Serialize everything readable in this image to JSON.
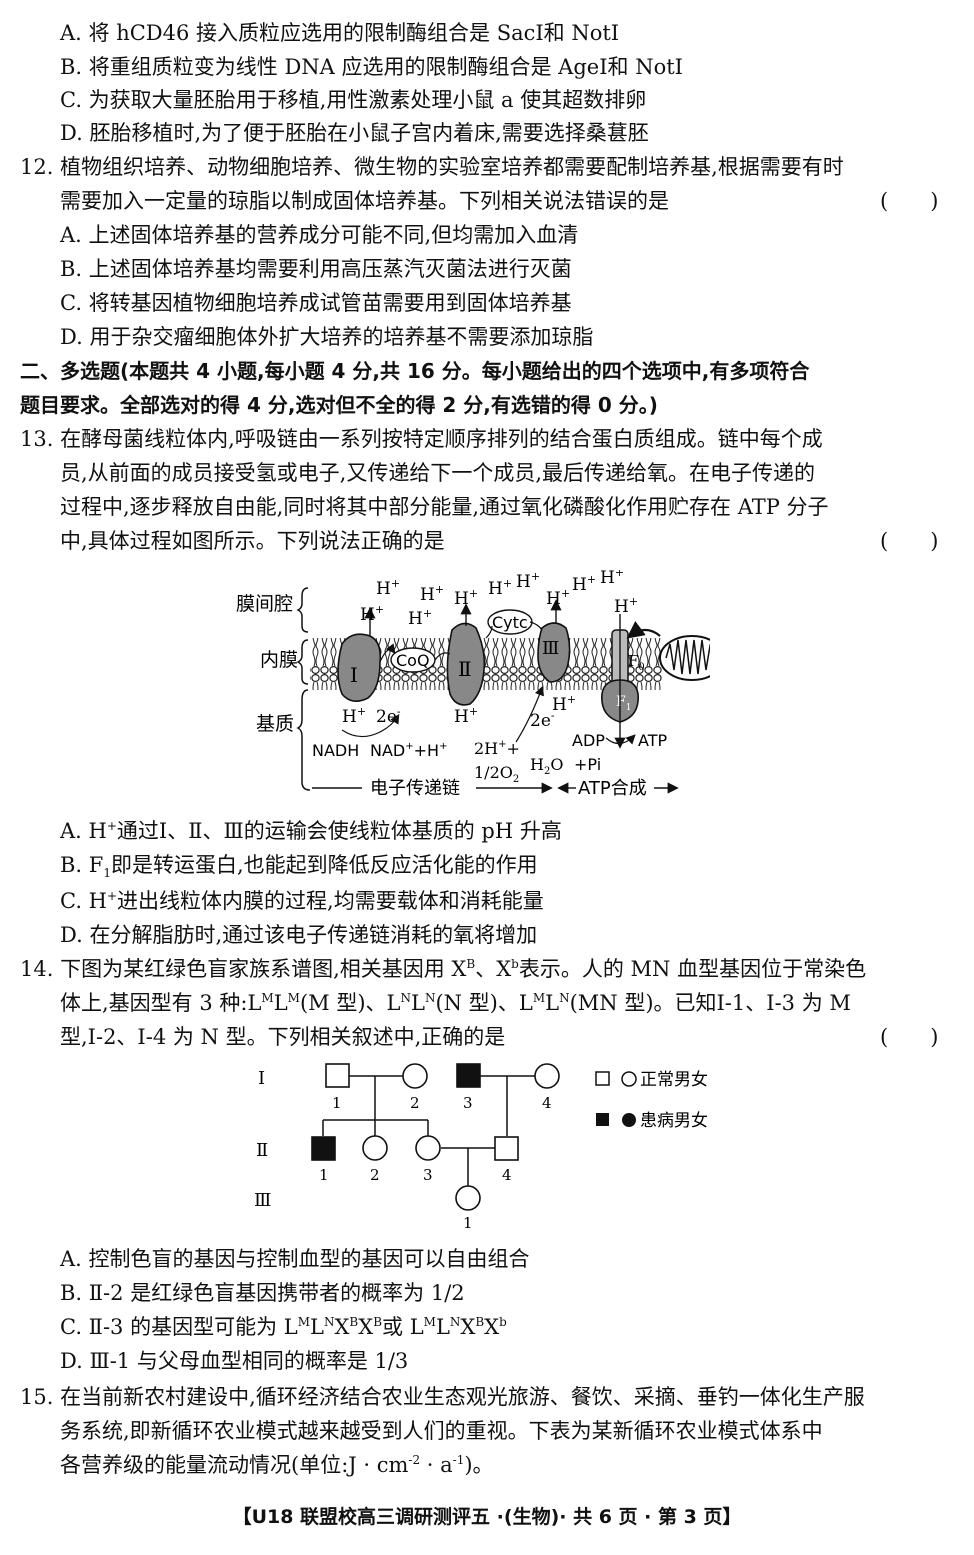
{
  "q11": {
    "optA": "A. 将 hCD46 接入质粒应选用的限制酶组合是 SacⅠ和 NotⅠ",
    "optB": "B. 将重组质粒变为线性 DNA 应选用的限制酶组合是 AgeⅠ和 NotⅠ",
    "optC": "C. 为获取大量胚胎用于移植,用性激素处理小鼠 a 使其超数排卵",
    "optD": "D. 胚胎移植时,为了便于胚胎在小鼠子宫内着床,需要选择桑葚胚"
  },
  "q12": {
    "line1": "12. 植物组织培养、动物细胞培养、微生物的实验室培养都需要配制培养基,根据需要有时",
    "line2": "需要加入一定量的琼脂以制成固体培养基。下列相关说法错误的是",
    "paren": "(　　)",
    "optA": "A. 上述固体培养基的营养成分可能不同,但均需加入血清",
    "optB": "B. 上述固体培养基均需要利用高压蒸汽灭菌法进行灭菌",
    "optC": "C. 将转基因植物细胞培养成试管苗需要用到固体培养基",
    "optD": "D. 用于杂交瘤细胞体外扩大培养的培养基不需要添加琼脂"
  },
  "section2": {
    "line1": "二、多选题(本题共 4 小题,每小题 4 分,共 16 分。每小题给出的四个选项中,有多项符合",
    "line2": "题目要求。全部选对的得 4 分,选对但不全的得 2 分,有选错的得 0 分。)"
  },
  "q13": {
    "line1": "13. 在酵母菌线粒体内,呼吸链由一系列按特定顺序排列的结合蛋白质组成。链中每个成",
    "line2": "员,从前面的成员接受氢或电子,又传递给下一个成员,最后传递给氧。在电子传递的",
    "line3": "过程中,逐步释放自由能,同时将其中部分能量,通过氧化磷酸化作用贮存在 ATP 分子",
    "line4": "中,具体过程如图所示。下列说法正确的是",
    "paren": "(　　)",
    "diagram": {
      "label_intermembrane": "膜间腔",
      "label_inner_membrane": "内膜",
      "label_matrix": "基质",
      "complex1": "Ⅰ",
      "complex2": "Ⅱ",
      "complex3": "Ⅲ",
      "coq": "CoQ",
      "cytc": "Cytc",
      "f0": "F",
      "f0_sub": "0",
      "f1": "F",
      "f1_sub": "1",
      "hplus": "H",
      "plus": "+",
      "e2": "2e",
      "minus": "-",
      "nadh": "NADH",
      "nad": "NAD",
      "nad_rest": "+H",
      "two_h": "2H",
      "two_h_rest": "+",
      "half_o2": "1/2O",
      "two": "2",
      "h2o": "H",
      "h2o_o": "O",
      "adp": "ADP",
      "pi": "+Pi",
      "atp": "ATP",
      "etc_label": "电子传递链",
      "atp_syn_label": "ATP合成"
    },
    "optA": "A. H",
    "optA_rest": "通过Ⅰ、Ⅱ、Ⅲ的运输会使线粒体基质的 pH 升高",
    "optB": "B. F",
    "optB_rest": "即是转运蛋白,也能起到降低反应活化能的作用",
    "optC": "C. H",
    "optC_rest": "进出线粒体内膜的过程,均需要载体和消耗能量",
    "optD": "D. 在分解脂肪时,通过该电子传递链消耗的氧将增加"
  },
  "q14": {
    "line1a": "14. 下图为某红绿色盲家族系谱图,相关基因用 X",
    "line1b": "、X",
    "line1c": "表示。人的 MN 血型基因位于常染色",
    "line2a": "体上,基因型有 3 种:L",
    "line2b": "L",
    "line2c": "(M 型)、L",
    "line2d": "L",
    "line2e": "(N 型)、L",
    "line2f": "L",
    "line2g": "(MN 型)。已知Ⅰ-1、Ⅰ-3 为 M",
    "line3": "型,Ⅰ-2、Ⅰ-4 为 N 型。下列相关叙述中,正确的是",
    "paren": "(　　)",
    "sB": "B",
    "sb": "b",
    "sM": "M",
    "sN": "N",
    "pedigree": {
      "gen1": "Ⅰ",
      "gen2": "Ⅱ",
      "gen3": "Ⅲ",
      "n1": "1",
      "n2": "2",
      "n3": "3",
      "n4": "4",
      "legend_normal": "正常男女",
      "legend_affected": "患病男女"
    },
    "optA": "A. 控制色盲的基因与控制血型的基因可以自由组合",
    "optB": "B. Ⅱ-2 是红绿色盲基因携带者的概率为 1/2",
    "optC1": "C. Ⅱ-3 的基因型可能为 L",
    "optC_L": "L",
    "optC_X": "X",
    "optC_or": "或 L",
    "optD": "D. Ⅲ-1 与父母血型相同的概率是 1/3"
  },
  "q15": {
    "line1": "15. 在当前新农村建设中,循环经济结合农业生态观光旅游、餐饮、采摘、垂钓一体化生产服",
    "line2": "务系统,即新循环农业模式越来越受到人们的重视。下表为某新循环农业模式体系中",
    "line3a": "各营养级的能量流动情况(单位:J · cm",
    "line3b": "-2",
    "line3c": " · a",
    "line3d": "-1",
    "line3e": ")。"
  },
  "footer": "【U18 联盟校高三调研测评五 ·(生物)· 共 6 页 · 第 3 页】"
}
